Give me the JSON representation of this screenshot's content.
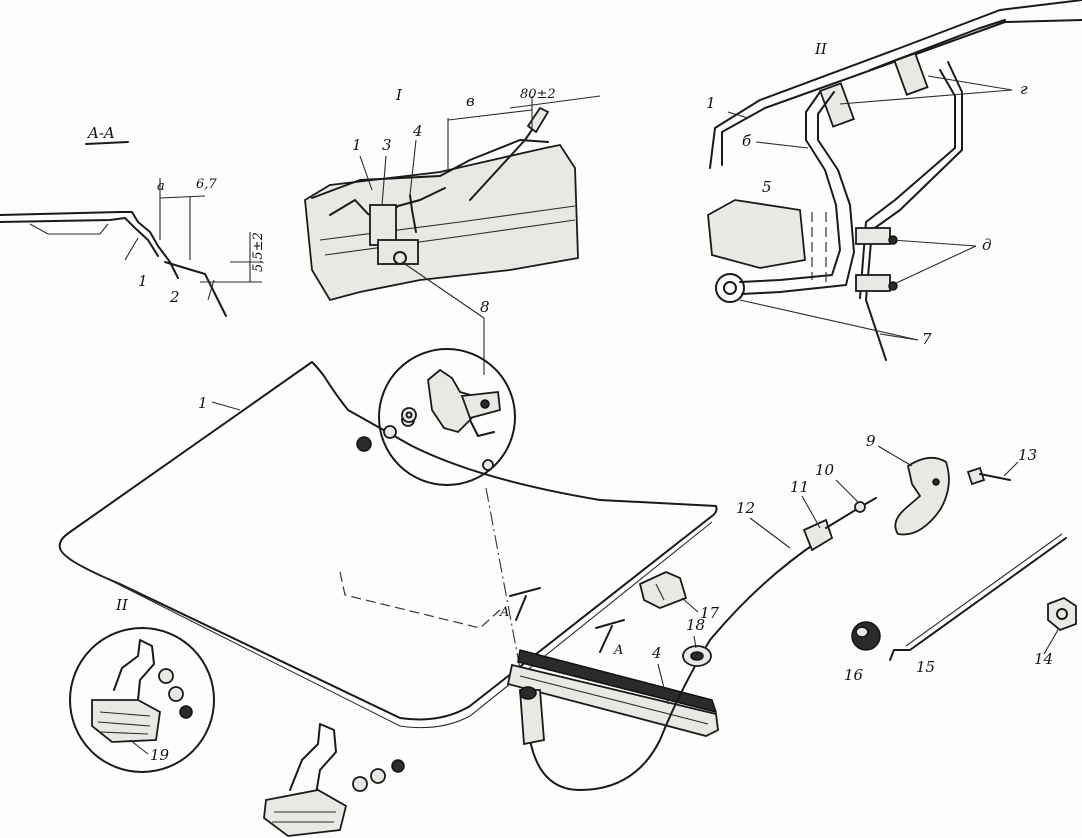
{
  "labels": {
    "section": "A-A",
    "view_I": "I",
    "view_II_top": "II",
    "view_II_bottom": "II",
    "part_1_section": "1",
    "part_2_section": "2",
    "dim_a": "a",
    "dim_6_7": "6,7",
    "dim_5_5": "5,5±2",
    "part_1_view1": "1",
    "part_3": "3",
    "part_4_view1": "4",
    "dim_v": "в",
    "dim_80": "80±2",
    "part_8": "8",
    "part_1_view2": "1",
    "part_2_view2": "г",
    "part_6": "б",
    "part_5": "5",
    "part_d": "д",
    "part_7": "7",
    "part_1_hood": "1",
    "part_9": "9",
    "part_13": "13",
    "part_10": "10",
    "part_11": "11",
    "part_12": "12",
    "part_17": "17",
    "part_18": "18",
    "part_4": "4",
    "part_16": "16",
    "part_15": "15",
    "part_14": "14",
    "part_19": "19",
    "arrow_A_left": "A",
    "arrow_A_right": "A"
  }
}
